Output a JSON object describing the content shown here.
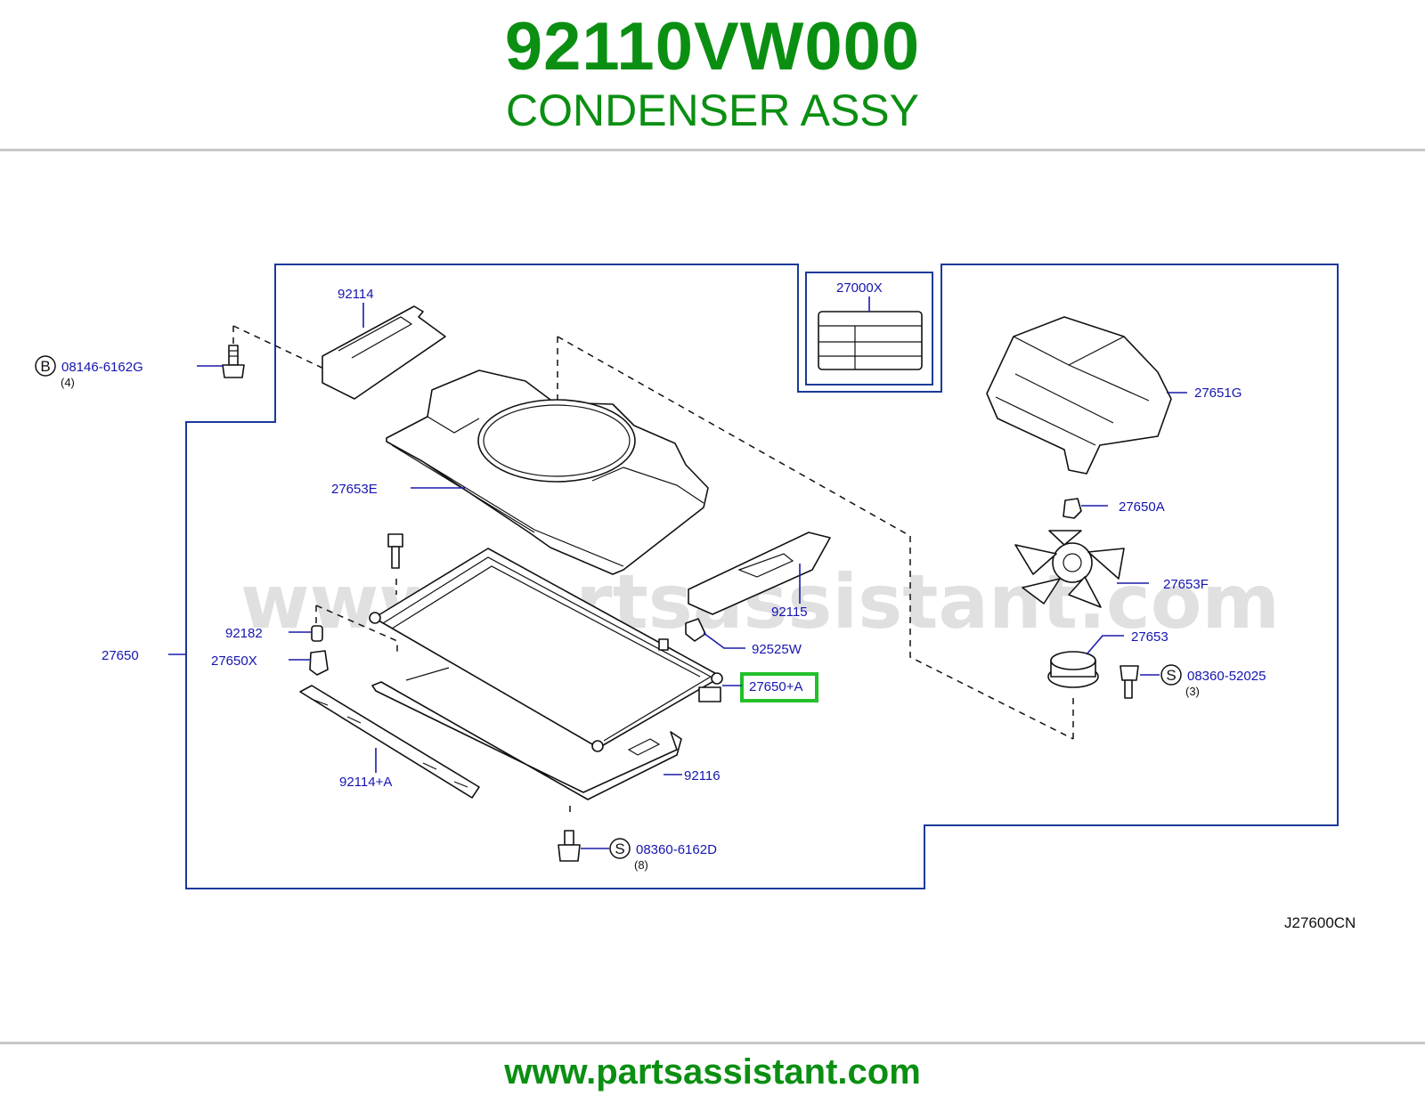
{
  "header": {
    "part_number": "92110VW000",
    "part_name": "CONDENSER ASSY"
  },
  "diagram": {
    "drawing_code": "J27600CN",
    "watermark": "www.partsassistant.com",
    "highlight_color": "#22c02a",
    "labels": {
      "l92114": "92114",
      "l27000x": "27000X",
      "l08146": "08146-6162G",
      "l08146_qty": "(4)",
      "l08146_code": "B",
      "l27651g": "27651G",
      "l27653e": "27653E",
      "l27650a": "27650A",
      "l27653f": "27653F",
      "l92115": "92115",
      "l92182": "92182",
      "l27650": "27650",
      "l27650x": "27650X",
      "l92525w": "92525W",
      "l27653": "27653",
      "l27650plusA": "27650+A",
      "l08360_52025": "08360-52025",
      "l08360_52025_qty": "(3)",
      "l08360_52025_code": "S",
      "l92116": "92116",
      "l92114plusA": "92114+A",
      "l08360_6162d": "08360-6162D",
      "l08360_6162d_qty": "(8)",
      "l08360_6162d_code": "S"
    }
  },
  "footer": {
    "url": "www.partsassistant.com"
  }
}
